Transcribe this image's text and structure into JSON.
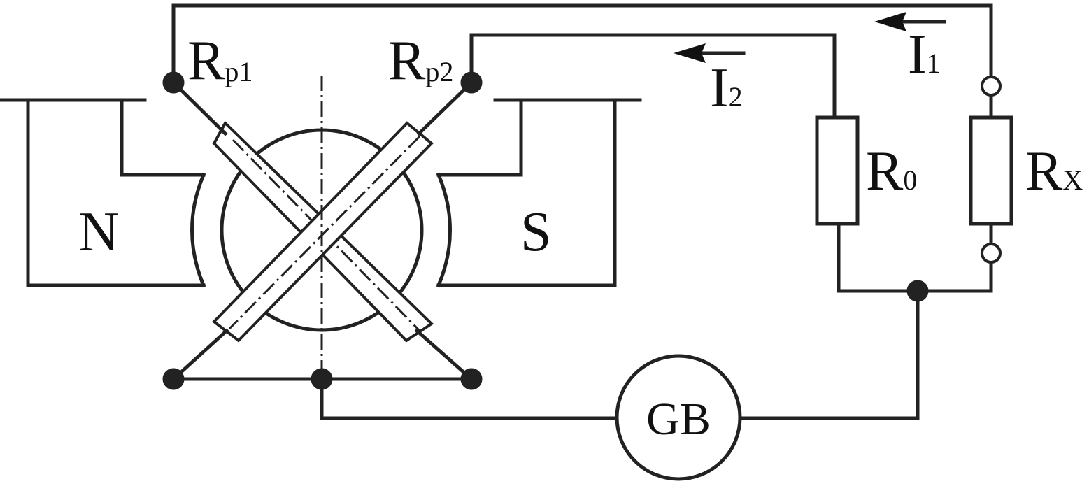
{
  "labels": {
    "rp1": {
      "main": "R",
      "sub": "p1"
    },
    "rp2": {
      "main": "R",
      "sub": "p2"
    },
    "r0": {
      "main": "R",
      "sub": "0"
    },
    "rx": {
      "main": "R",
      "sub": "X"
    },
    "i1": {
      "main": "I",
      "sub": "1"
    },
    "i2": {
      "main": "I",
      "sub": "2"
    },
    "north": "N",
    "south": "S",
    "galvanometer": "GB"
  },
  "colors": {
    "line": "#222222",
    "background": "#ffffff",
    "terminal_fill": "#222222",
    "open_terminal_fill": "#ffffff"
  }
}
